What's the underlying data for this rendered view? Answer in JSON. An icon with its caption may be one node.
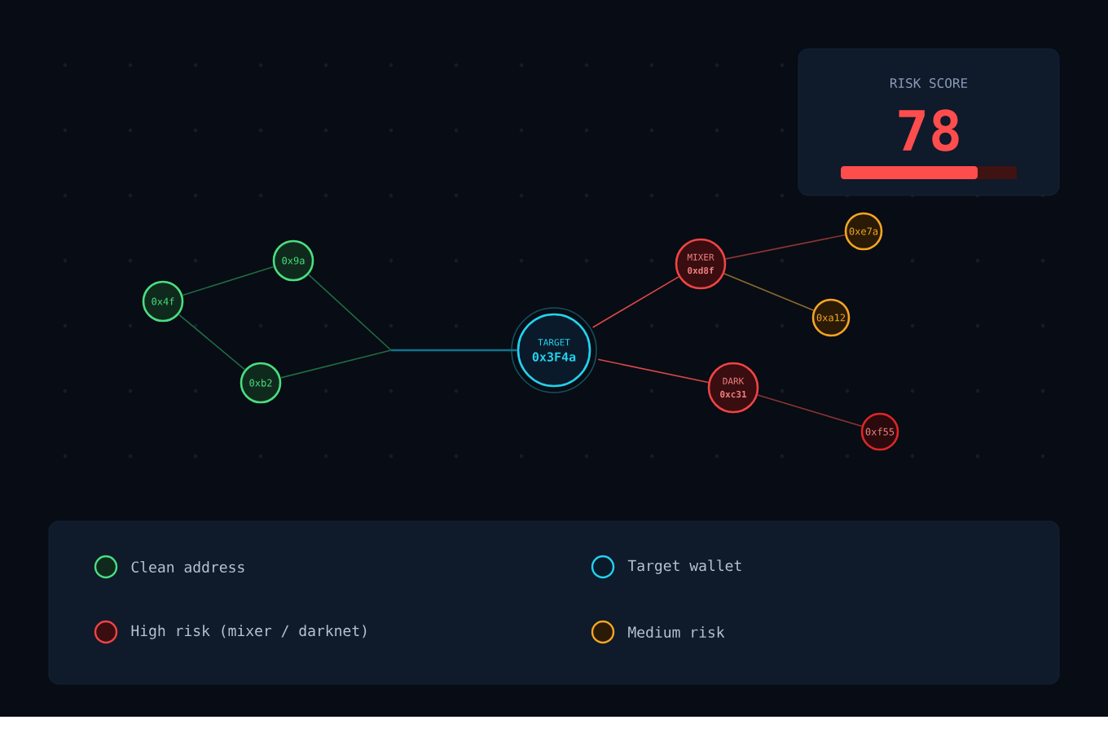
{
  "diagram": {
    "nodes": [
      {
        "text": [
          "0x4f"
        ]
      },
      {
        "text": [
          "0x9a"
        ]
      },
      {
        "text": [
          "0xb2"
        ]
      },
      {
        "text": [
          "TARGET",
          "0x3F4a"
        ]
      },
      {
        "text": [
          "MIXER",
          "0xd8f"
        ]
      },
      {
        "text": [
          "0xe7a"
        ]
      },
      {
        "text": [
          "0xa12"
        ]
      },
      {
        "text": [
          "DARK",
          "0xc31"
        ]
      },
      {
        "text": [
          "0xf55"
        ]
      },
      {
        "text": [
          "RISK SCORE",
          "78"
        ]
      }
    ],
    "edges": [
      {
        "from": 0,
        "to": 1,
        "arrow": "none"
      },
      {
        "from": 0,
        "to": 2,
        "arrow": "none"
      },
      {
        "from": 1,
        "to": 3,
        "arrow": "none",
        "color": "#1f6b45"
      },
      {
        "from": 2,
        "to": 3,
        "arrow": "none",
        "color": "#1f6b45"
      },
      {
        "from": 3,
        "to": 4,
        "arrow": "none",
        "color": "#d94848"
      },
      {
        "from": 3,
        "to": 7,
        "arrow": "none",
        "color": "#d94848"
      },
      {
        "from": 4,
        "to": 5,
        "arrow": "none",
        "color": "#8a3434"
      },
      {
        "from": 4,
        "to": 6,
        "arrow": "none",
        "color": "#8a6a2e"
      },
      {
        "from": 7,
        "to": 8,
        "arrow": "none",
        "color": "#8a3434"
      }
    ],
    "legend": [
      {
        "text": "Clean address"
      },
      {
        "text": "Target wallet"
      },
      {
        "text": "High risk (mixer / darknet)"
      },
      {
        "text": "Medium risk"
      }
    ]
  }
}
